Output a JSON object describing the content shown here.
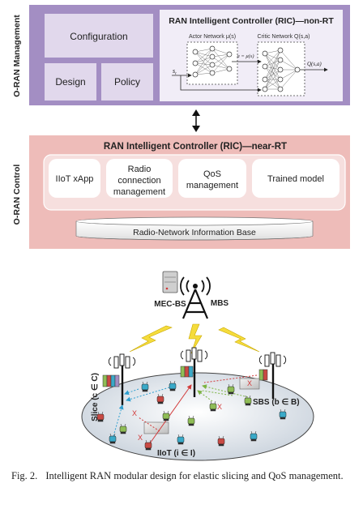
{
  "management": {
    "side_label": "O-RAN Management",
    "configuration": "Configuration",
    "design": "Design",
    "policy": "Policy",
    "ric_nonrt_title": "RAN Intelligent Controller (RIC)—non-RT",
    "actor_label": "Actor Network μ(s)",
    "critic_label": "Critic Network Q(s,a)",
    "state_label": "s",
    "state_sub": "t",
    "action_label": "a = μ(s)",
    "q_output": "Q(s,a)"
  },
  "control": {
    "side_label": "O-RAN Control",
    "ric_nearrt_title": "RAN Intelligent Controller (RIC)—near-RT",
    "modules": {
      "iiot_xapp": "IIoT xApp",
      "radio_line1": "Radio",
      "radio_line2": "connection",
      "radio_line3": "management",
      "qos_line1": "QoS",
      "qos_line2": "management",
      "trained_model": "Trained model"
    },
    "rnib": "Radio-Network Information Base"
  },
  "network": {
    "mec_bs": "MEC-BS",
    "mbs": "MBS",
    "slice_label": "Slice (c ∈ C)",
    "sbs_label": "SBS (b ∈ B)",
    "iiot_label": "IIoT (i ∈ I)"
  },
  "caption": {
    "label": "Fig. 2.",
    "text": "Intelligent RAN modular design for elastic slicing and QoS management."
  },
  "colors": {
    "management_bg": "#a38ec3",
    "control_bg": "#eebcb9",
    "module_fill": "#f7e3e2",
    "red_device": "#c94a44",
    "green_device": "#8fbd56",
    "blue_device": "#3aa9c8",
    "lightning": "#f5dc3c"
  },
  "icons": [
    "server-icon",
    "antenna-tower-icon",
    "lightning-icon",
    "small-cell-antenna-icon",
    "iiot-device-icon",
    "interference-x-icon"
  ]
}
